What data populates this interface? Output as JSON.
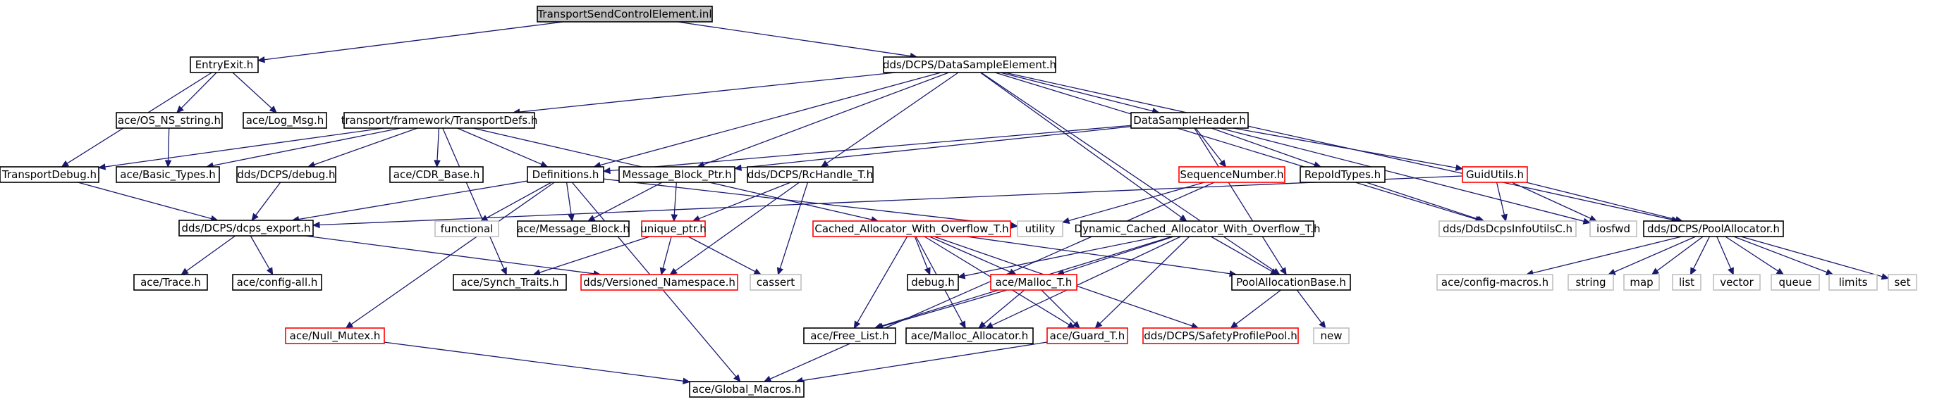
{
  "graph": {
    "nodes": [
      {
        "id": "root",
        "label": "TransportSendControlElement.inl",
        "style": "root"
      },
      {
        "id": "EntryExit",
        "label": "EntryExit.h",
        "style": "black"
      },
      {
        "id": "DataSampleElement",
        "label": "dds/DCPS/DataSampleElement.h",
        "style": "black"
      },
      {
        "id": "OS_NS_string",
        "label": "ace/OS_NS_string.h",
        "style": "black"
      },
      {
        "id": "Log_Msg",
        "label": "ace/Log_Msg.h",
        "style": "black"
      },
      {
        "id": "TransportDefs",
        "label": "transport/framework/TransportDefs.h",
        "style": "black"
      },
      {
        "id": "DataSampleHeader",
        "label": "DataSampleHeader.h",
        "style": "black"
      },
      {
        "id": "TransportDebug",
        "label": "TransportDebug.h",
        "style": "black"
      },
      {
        "id": "Basic_Types",
        "label": "ace/Basic_Types.h",
        "style": "black"
      },
      {
        "id": "dcps_debug",
        "label": "dds/DCPS/debug.h",
        "style": "black"
      },
      {
        "id": "CDR_Base",
        "label": "ace/CDR_Base.h",
        "style": "black"
      },
      {
        "id": "Definitions",
        "label": "Definitions.h",
        "style": "black"
      },
      {
        "id": "Message_Block_Ptr",
        "label": "Message_Block_Ptr.h",
        "style": "black"
      },
      {
        "id": "RcHandle_T",
        "label": "dds/DCPS/RcHandle_T.h",
        "style": "black"
      },
      {
        "id": "SequenceNumber",
        "label": "SequenceNumber.h",
        "style": "red"
      },
      {
        "id": "RepoIdTypes",
        "label": "RepoIdTypes.h",
        "style": "black"
      },
      {
        "id": "GuidUtils",
        "label": "GuidUtils.h",
        "style": "red"
      },
      {
        "id": "dcps_export",
        "label": "dds/DCPS/dcps_export.h",
        "style": "black"
      },
      {
        "id": "functional",
        "label": "functional",
        "style": "gray"
      },
      {
        "id": "Message_Block",
        "label": "ace/Message_Block.h",
        "style": "black"
      },
      {
        "id": "unique_ptr",
        "label": "unique_ptr.h",
        "style": "red"
      },
      {
        "id": "Cached_Allocator",
        "label": "Cached_Allocator_With_Overflow_T.h",
        "style": "red"
      },
      {
        "id": "utility",
        "label": "utility",
        "style": "gray"
      },
      {
        "id": "Dynamic_Cached",
        "label": "Dynamic_Cached_Allocator_With_Overflow_T.h",
        "style": "black"
      },
      {
        "id": "DdsDcpsInfoUtilsC",
        "label": "dds/DdsDcpsInfoUtilsC.h",
        "style": "gray"
      },
      {
        "id": "iosfwd",
        "label": "iosfwd",
        "style": "gray"
      },
      {
        "id": "PoolAllocator",
        "label": "dds/DCPS/PoolAllocator.h",
        "style": "black"
      },
      {
        "id": "Trace",
        "label": "ace/Trace.h",
        "style": "black"
      },
      {
        "id": "config_all",
        "label": "ace/config-all.h",
        "style": "black"
      },
      {
        "id": "Synch_Traits",
        "label": "ace/Synch_Traits.h",
        "style": "black"
      },
      {
        "id": "Versioned_Namespace",
        "label": "dds/Versioned_Namespace.h",
        "style": "red"
      },
      {
        "id": "cassert",
        "label": "cassert",
        "style": "gray"
      },
      {
        "id": "debug_h",
        "label": "debug.h",
        "style": "black"
      },
      {
        "id": "Malloc_T",
        "label": "ace/Malloc_T.h",
        "style": "red"
      },
      {
        "id": "PoolAllocationBase",
        "label": "PoolAllocationBase.h",
        "style": "black"
      },
      {
        "id": "config_macros",
        "label": "ace/config-macros.h",
        "style": "gray"
      },
      {
        "id": "string",
        "label": "string",
        "style": "gray"
      },
      {
        "id": "map",
        "label": "map",
        "style": "gray"
      },
      {
        "id": "list",
        "label": "list",
        "style": "gray"
      },
      {
        "id": "vector",
        "label": "vector",
        "style": "gray"
      },
      {
        "id": "queue",
        "label": "queue",
        "style": "gray"
      },
      {
        "id": "limits",
        "label": "limits",
        "style": "gray"
      },
      {
        "id": "set",
        "label": "set",
        "style": "gray"
      },
      {
        "id": "Null_Mutex",
        "label": "ace/Null_Mutex.h",
        "style": "red"
      },
      {
        "id": "Free_List",
        "label": "ace/Free_List.h",
        "style": "black"
      },
      {
        "id": "Malloc_Allocator",
        "label": "ace/Malloc_Allocator.h",
        "style": "black"
      },
      {
        "id": "Guard_T",
        "label": "ace/Guard_T.h",
        "style": "red"
      },
      {
        "id": "SafetyProfilePool",
        "label": "dds/DCPS/SafetyProfilePool.h",
        "style": "red"
      },
      {
        "id": "new",
        "label": "new",
        "style": "gray"
      },
      {
        "id": "Global_Macros",
        "label": "ace/Global_Macros.h",
        "style": "black"
      }
    ],
    "edges": [
      [
        "root",
        "EntryExit"
      ],
      [
        "root",
        "DataSampleElement"
      ],
      [
        "EntryExit",
        "OS_NS_string"
      ],
      [
        "EntryExit",
        "Log_Msg"
      ],
      [
        "EntryExit",
        "TransportDebug"
      ],
      [
        "OS_NS_string",
        "Basic_Types"
      ],
      [
        "DataSampleElement",
        "TransportDefs"
      ],
      [
        "DataSampleElement",
        "DataSampleHeader"
      ],
      [
        "DataSampleElement",
        "Definitions"
      ],
      [
        "DataSampleElement",
        "Message_Block_Ptr"
      ],
      [
        "DataSampleElement",
        "RcHandle_T"
      ],
      [
        "DataSampleElement",
        "Dynamic_Cached"
      ],
      [
        "DataSampleElement",
        "PoolAllocationBase"
      ],
      [
        "DataSampleElement",
        "DdsDcpsInfoUtilsC"
      ],
      [
        "DataSampleElement",
        "PoolAllocator"
      ],
      [
        "TransportDefs",
        "TransportDebug"
      ],
      [
        "TransportDefs",
        "Basic_Types"
      ],
      [
        "TransportDefs",
        "dcps_debug"
      ],
      [
        "TransportDefs",
        "CDR_Base"
      ],
      [
        "TransportDefs",
        "Definitions"
      ],
      [
        "TransportDefs",
        "Synch_Traits"
      ],
      [
        "TransportDefs",
        "Cached_Allocator"
      ],
      [
        "DataSampleHeader",
        "Definitions"
      ],
      [
        "DataSampleHeader",
        "Message_Block_Ptr"
      ],
      [
        "DataSampleHeader",
        "SequenceNumber"
      ],
      [
        "DataSampleHeader",
        "RepoIdTypes"
      ],
      [
        "DataSampleHeader",
        "GuidUtils"
      ],
      [
        "DataSampleHeader",
        "PoolAllocationBase"
      ],
      [
        "DataSampleHeader",
        "iosfwd"
      ],
      [
        "TransportDebug",
        "dcps_export"
      ],
      [
        "dcps_debug",
        "dcps_export"
      ],
      [
        "Definitions",
        "dcps_export"
      ],
      [
        "Definitions",
        "functional"
      ],
      [
        "Definitions",
        "Message_Block"
      ],
      [
        "Definitions",
        "utility"
      ],
      [
        "Definitions",
        "Null_Mutex"
      ],
      [
        "Definitions",
        "Global_Macros"
      ],
      [
        "Message_Block_Ptr",
        "Message_Block"
      ],
      [
        "Message_Block_Ptr",
        "unique_ptr"
      ],
      [
        "RcHandle_T",
        "unique_ptr"
      ],
      [
        "RcHandle_T",
        "Versioned_Namespace"
      ],
      [
        "RcHandle_T",
        "cassert"
      ],
      [
        "SequenceNumber",
        "utility"
      ],
      [
        "SequenceNumber",
        "Global_Macros"
      ],
      [
        "RepoIdTypes",
        "DdsDcpsInfoUtilsC"
      ],
      [
        "GuidUtils",
        "dcps_export"
      ],
      [
        "GuidUtils",
        "DdsDcpsInfoUtilsC"
      ],
      [
        "GuidUtils",
        "iosfwd"
      ],
      [
        "GuidUtils",
        "PoolAllocator"
      ],
      [
        "dcps_export",
        "Trace"
      ],
      [
        "dcps_export",
        "config_all"
      ],
      [
        "dcps_export",
        "Versioned_Namespace"
      ],
      [
        "unique_ptr",
        "Synch_Traits"
      ],
      [
        "unique_ptr",
        "Versioned_Namespace"
      ],
      [
        "unique_ptr",
        "cassert"
      ],
      [
        "Cached_Allocator",
        "debug_h"
      ],
      [
        "Cached_Allocator",
        "Malloc_T"
      ],
      [
        "Cached_Allocator",
        "Free_List"
      ],
      [
        "Cached_Allocator",
        "Malloc_Allocator"
      ],
      [
        "Cached_Allocator",
        "Guard_T"
      ],
      [
        "Cached_Allocator",
        "PoolAllocationBase"
      ],
      [
        "Cached_Allocator",
        "SafetyProfilePool"
      ],
      [
        "Dynamic_Cached",
        "debug_h"
      ],
      [
        "Dynamic_Cached",
        "Malloc_T"
      ],
      [
        "Dynamic_Cached",
        "Free_List"
      ],
      [
        "Dynamic_Cached",
        "Malloc_Allocator"
      ],
      [
        "Dynamic_Cached",
        "Guard_T"
      ],
      [
        "Dynamic_Cached",
        "PoolAllocationBase"
      ],
      [
        "Malloc_T",
        "Free_List"
      ],
      [
        "Malloc_T",
        "Malloc_Allocator"
      ],
      [
        "Malloc_T",
        "Guard_T"
      ],
      [
        "Guard_T",
        "Global_Macros"
      ],
      [
        "Null_Mutex",
        "Global_Macros"
      ],
      [
        "PoolAllocationBase",
        "SafetyProfilePool"
      ],
      [
        "PoolAllocationBase",
        "new"
      ],
      [
        "PoolAllocator",
        "config_macros"
      ],
      [
        "PoolAllocator",
        "string"
      ],
      [
        "PoolAllocator",
        "map"
      ],
      [
        "PoolAllocator",
        "list"
      ],
      [
        "PoolAllocator",
        "vector"
      ],
      [
        "PoolAllocator",
        "queue"
      ],
      [
        "PoolAllocator",
        "limits"
      ],
      [
        "PoolAllocator",
        "set"
      ]
    ]
  }
}
